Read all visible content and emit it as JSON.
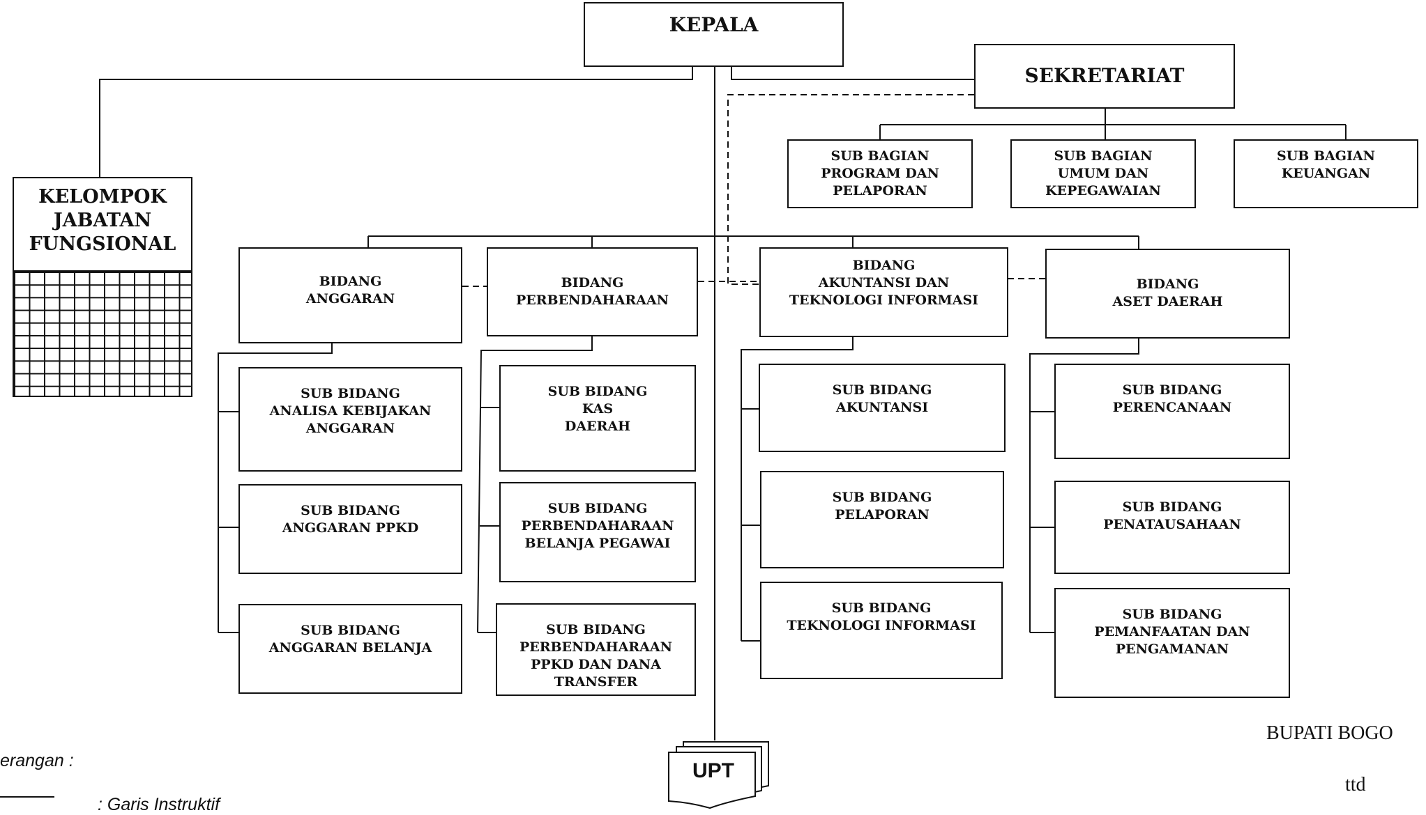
{
  "nodes": {
    "kepala": "KEPALA",
    "sekretariat": "SEKRETARIAT",
    "kelompok": "KELOMPOK\nJABATAN\nFUNGSIONAL",
    "sub_program": "SUB BAGIAN\nPROGRAM DAN\nPELAPORAN",
    "sub_umum": "SUB BAGIAN\nUMUM DAN\nKEPEGAWAIAN",
    "sub_keuangan": "SUB BAGIAN\nKEUANGAN",
    "bidang_anggaran": "BIDANG\nANGGARAN",
    "bidang_perbendaharaan": "BIDANG\nPERBENDAHARAAN",
    "bidang_akuntansi": "BIDANG\nAKUNTANSI DAN\nTEKNOLOGI INFORMASI",
    "bidang_aset": "BIDANG\nASET DAERAH",
    "sb_analisa": "SUB BIDANG\nANALISA KEBIJAKAN\nANGGARAN",
    "sb_anggaran_ppkd": "SUB BIDANG\nANGGARAN PPKD",
    "sb_anggaran_belanja": "SUB BIDANG\nANGGARAN BELANJA",
    "sb_kas": "SUB BIDANG\nKAS\nDAERAH",
    "sb_belanja_pegawai": "SUB BIDANG\nPERBENDAHARAAN\nBELANJA PEGAWAI",
    "sb_ppkd_transfer": "SUB BIDANG\nPERBENDAHARAAN\nPPKD DAN DANA\nTRANSFER",
    "sb_akuntansi": "SUB BIDANG\nAKUNTANSI",
    "sb_pelaporan": "SUB BIDANG\nPELAPORAN",
    "sb_ti": "SUB BIDANG\nTEKNOLOGI INFORMASI",
    "sb_perencanaan": "SUB BIDANG\nPERENCANAAN",
    "sb_penatausahaan": "SUB BIDANG\nPENATAUSAHAAN",
    "sb_pemanfaatan": "SUB BIDANG\nPEMANFAATAN DAN\nPENGAMANAN",
    "upt": "UPT"
  },
  "legend": {
    "title": "erangan :",
    "instruktif": ": Garis Instruktif"
  },
  "signature": {
    "title": "BUPATI BOGO",
    "ttd": "ttd"
  }
}
